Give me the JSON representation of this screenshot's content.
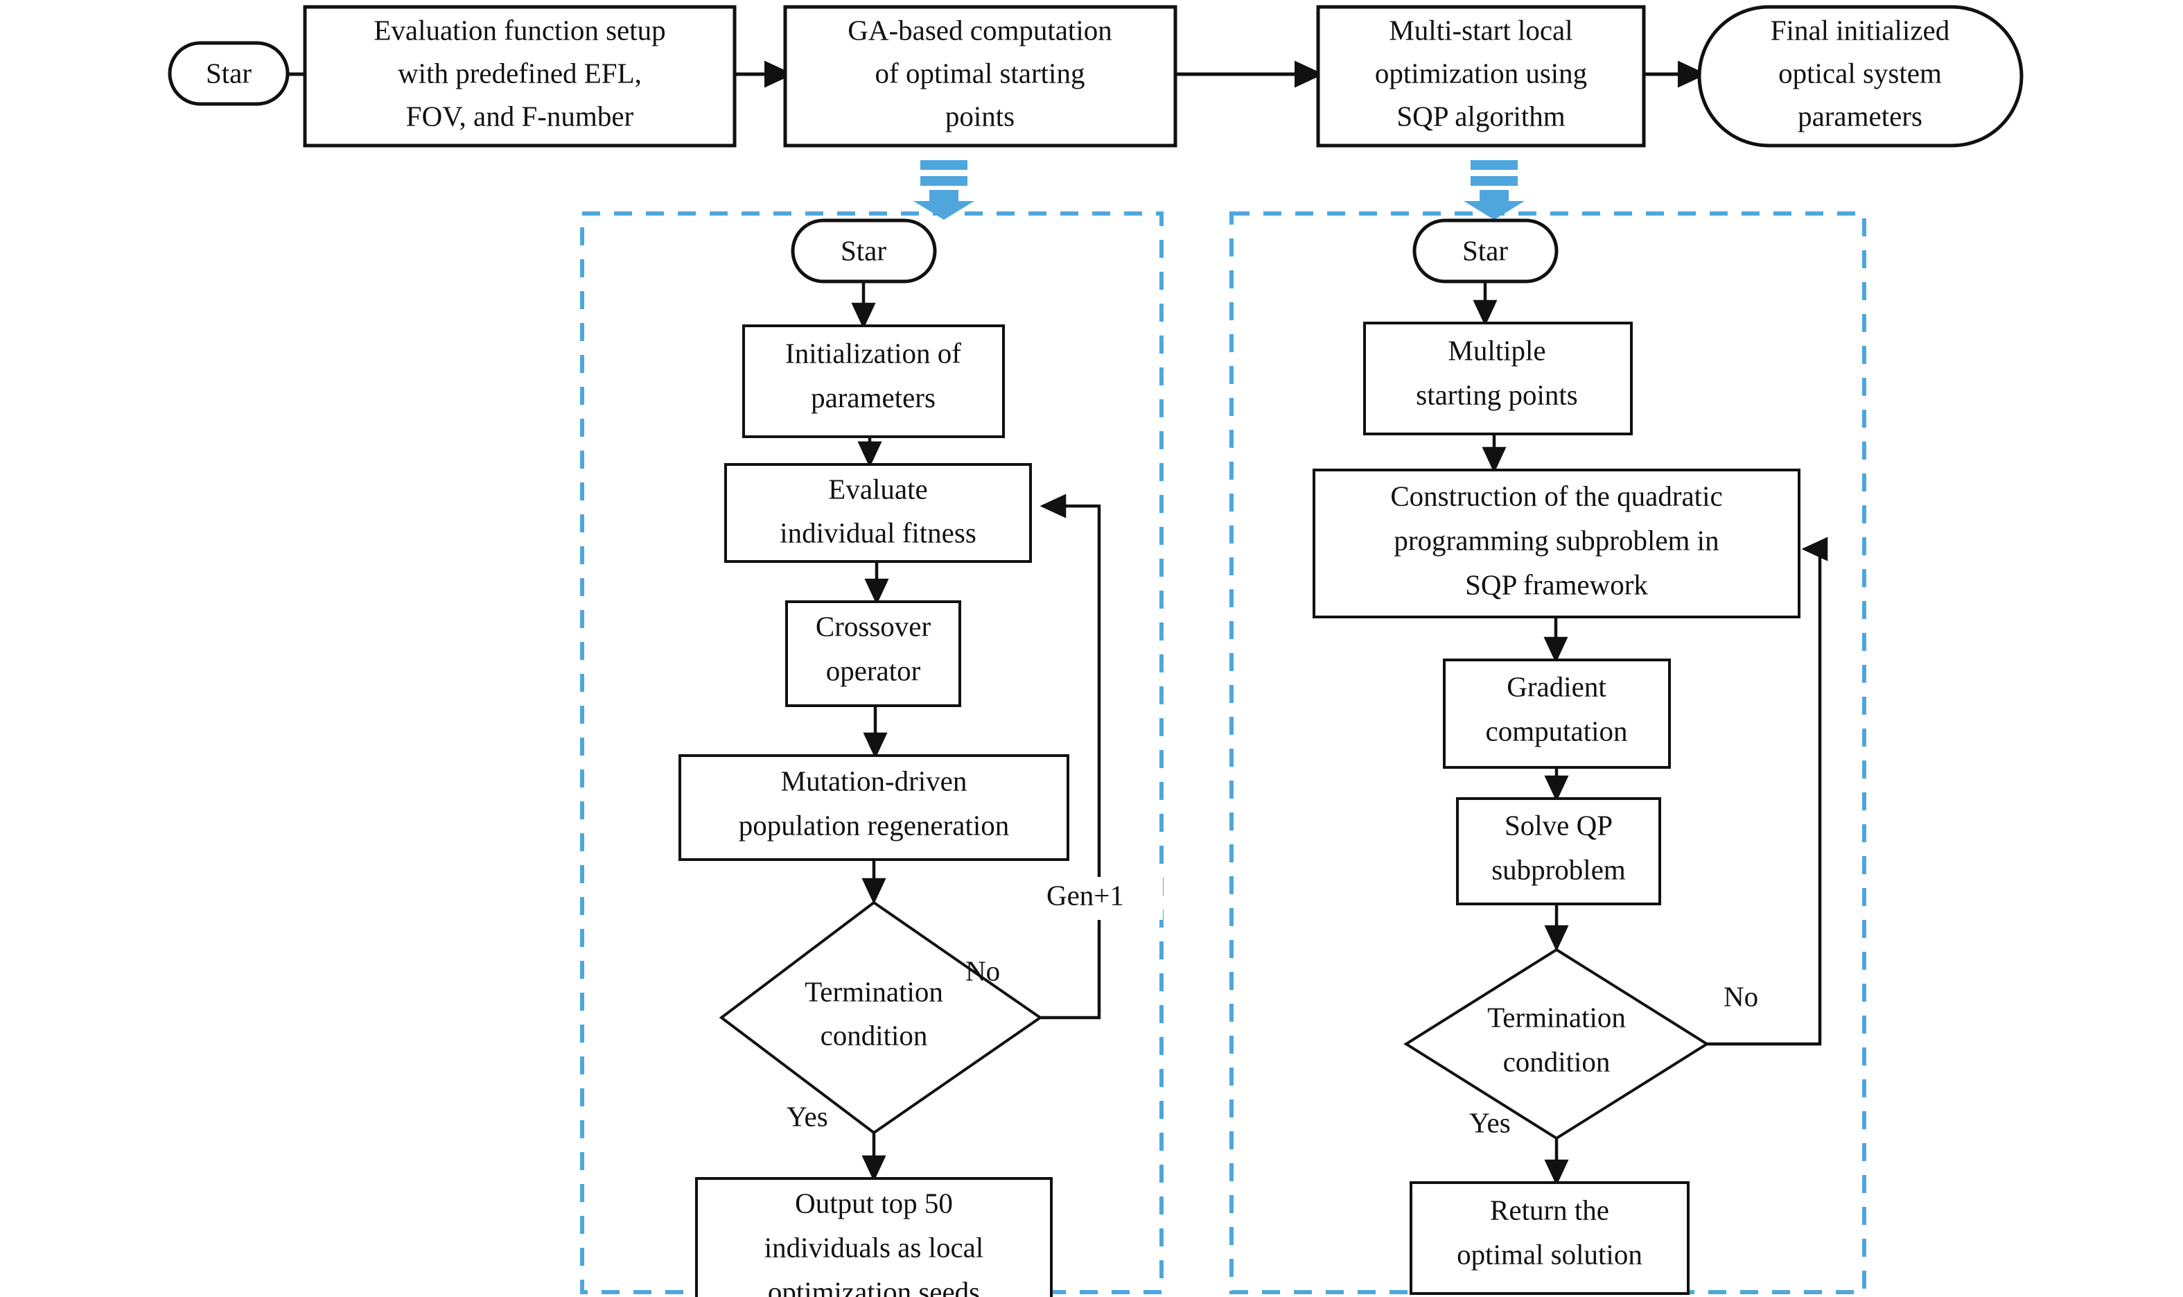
{
  "colors": {
    "stroke": "#111111",
    "accent_blue": "#4ea6dd",
    "background": "#ffffff"
  },
  "top_flow": {
    "nodes": [
      {
        "id": "start",
        "shape": "stadium",
        "lines": [
          "Star"
        ]
      },
      {
        "id": "eval-fn",
        "shape": "rect",
        "lines": [
          "Evaluation function setup",
          "with predefined EFL,",
          "FOV, and F-number"
        ]
      },
      {
        "id": "ga-comp",
        "shape": "rect",
        "lines": [
          "GA-based computation",
          "of optimal starting",
          "points"
        ]
      },
      {
        "id": "multi-sqp",
        "shape": "rect",
        "lines": [
          "Multi-start local",
          "optimization using",
          "SQP algorithm"
        ]
      },
      {
        "id": "final",
        "shape": "stadium",
        "lines": [
          "Final initialized",
          "optical system",
          "parameters"
        ]
      }
    ]
  },
  "expand_arrows": [
    {
      "id": "expand-arrow-ga",
      "target": "ga-panel"
    },
    {
      "id": "expand-arrow-sqp",
      "target": "sqp-panel"
    }
  ],
  "ga_panel": {
    "title_hidden": "",
    "nodes": [
      {
        "id": "ga-start",
        "shape": "stadium",
        "lines": [
          "Star"
        ]
      },
      {
        "id": "ga-init",
        "shape": "rect",
        "lines": [
          "Initialization of",
          "parameters"
        ]
      },
      {
        "id": "ga-evaluate",
        "shape": "rect",
        "lines": [
          "Evaluate",
          "individual fitness"
        ]
      },
      {
        "id": "ga-crossover",
        "shape": "rect",
        "lines": [
          "Crossover",
          "operator"
        ]
      },
      {
        "id": "ga-mutation",
        "shape": "rect",
        "lines": [
          "Mutation-driven",
          "population regeneration"
        ]
      },
      {
        "id": "ga-termination",
        "shape": "diamond",
        "lines": [
          "Termination",
          "condition"
        ]
      },
      {
        "id": "ga-output",
        "shape": "rect",
        "lines": [
          "Output top 50",
          "individuals as local",
          "optimization seeds"
        ]
      }
    ],
    "edge_labels": {
      "loop": "Gen+1",
      "no": "No",
      "yes": "Yes"
    }
  },
  "sqp_panel": {
    "nodes": [
      {
        "id": "sqp-start",
        "shape": "stadium",
        "lines": [
          "Star"
        ]
      },
      {
        "id": "sqp-multistart",
        "shape": "rect",
        "lines": [
          "Multiple",
          "starting points"
        ]
      },
      {
        "id": "sqp-construct",
        "shape": "rect",
        "lines": [
          "Construction of the quadratic",
          "programming subproblem in",
          "SQP framework"
        ]
      },
      {
        "id": "sqp-gradient",
        "shape": "rect",
        "lines": [
          "Gradient",
          "computation"
        ]
      },
      {
        "id": "sqp-solve",
        "shape": "rect",
        "lines": [
          "Solve QP",
          "subproblem"
        ]
      },
      {
        "id": "sqp-termination",
        "shape": "diamond",
        "lines": [
          "Termination",
          "condition"
        ]
      },
      {
        "id": "sqp-return",
        "shape": "rect",
        "lines": [
          "Return the",
          "optimal solution"
        ]
      }
    ],
    "edge_labels": {
      "no": "No",
      "yes": "Yes"
    }
  }
}
